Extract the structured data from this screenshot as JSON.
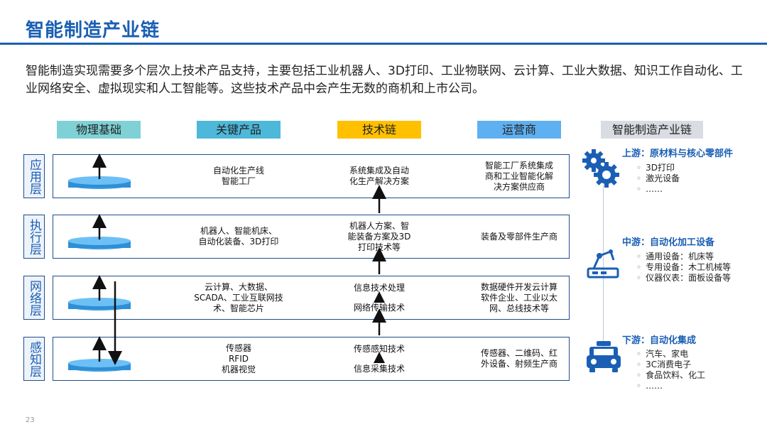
{
  "page": {
    "title": "智能制造产业链",
    "intro": "智能制造实现需要多个层次上技术产品支持，主要包括工业机器人、3D打印、工业物联网、云计算、工业大数据、知识工作自动化、工业网络安全、虚拟现实和人工智能等。这些技术产品中会产生无数的商机和上市公司。",
    "page_number": "23"
  },
  "columns": [
    {
      "label": "物理基础",
      "color": "#7fd1d6"
    },
    {
      "label": "关键产品",
      "color": "#4db8d9"
    },
    {
      "label": "技术链",
      "color": "#ffc000"
    },
    {
      "label": "运营商",
      "color": "#5fb0f0"
    },
    {
      "label": "智能制造产业链",
      "color": "#d9dde3"
    }
  ],
  "rows": [
    {
      "label": "应用层",
      "product": "自动化生产线\n智能工厂",
      "tech": "系统集成及自动\n化生产解决方案",
      "operator": "智能工厂系统集成\n商和工业智能化解\n决方案供应商"
    },
    {
      "label": "执行层",
      "product": "机器人、智能机床、\n自动化装备、3D打印",
      "tech": "机器人方案、智\n能装备方案及3D\n打印技术等",
      "operator": "装备及零部件生产商"
    },
    {
      "label": "网络层",
      "product": "云计算、大数据、\nSCADA、工业互联网技\n术、智能芯片",
      "tech_top": "信息技术处理",
      "tech_bottom": "网络传输技术",
      "operator": "数据硬件开发云计算\n软件企业、工业以太\n网、总线技术等"
    },
    {
      "label": "感知层",
      "product": "传感器\nRFID\n机器视觉",
      "tech_top": "传感感知技术",
      "tech_bottom": "信息采集技术",
      "operator": "传感器、二维码、红\n外设备、射频生产商"
    }
  ],
  "chain": [
    {
      "title": "上游：原材料与核心零部件",
      "icon": "gears-icon",
      "items": [
        "3D打印",
        "激光设备",
        "……"
      ]
    },
    {
      "title": "中游：自动化加工设备",
      "icon": "robot-arm-icon",
      "items": [
        "通用设备：机床等",
        "专用设备：木工机械等",
        "仪器仪表：面板设备等"
      ]
    },
    {
      "title": "下游：自动化集成",
      "icon": "car-icon",
      "items": [
        "汽车、家电",
        "3C消费电子",
        "食品饮料、化工",
        "……"
      ]
    }
  ],
  "colors": {
    "accent": "#1a5fb4",
    "border": "#1f4e8c",
    "disk": "#2e8fd6"
  }
}
